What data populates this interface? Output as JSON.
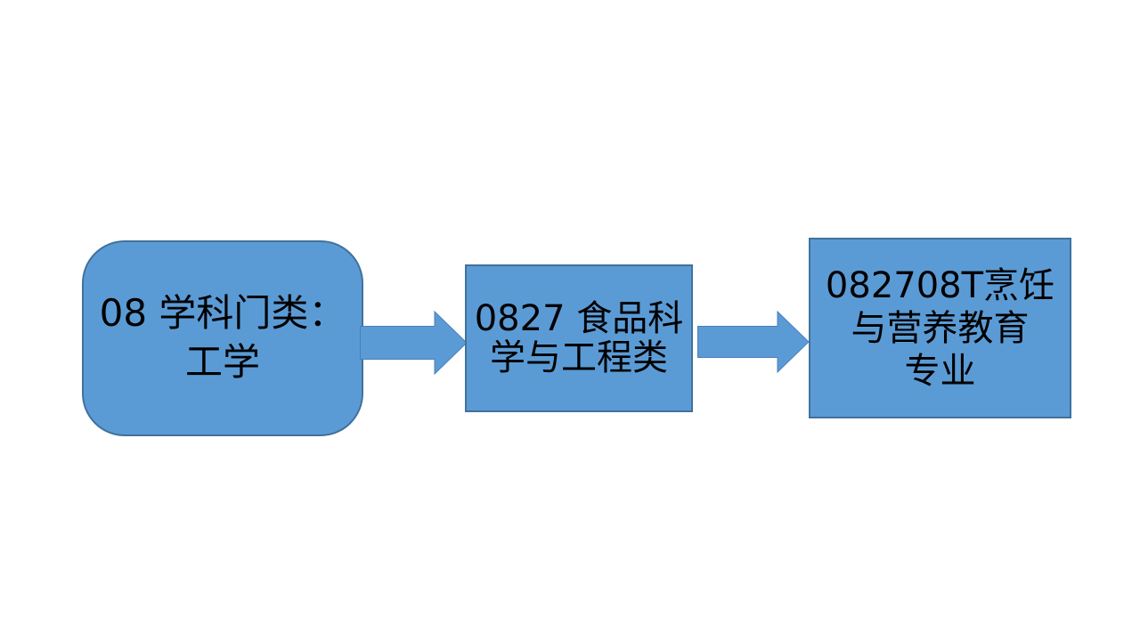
{
  "diagram": {
    "type": "flowchart",
    "background_color": "#ffffff",
    "node_fill_color": "#5b9bd5",
    "node_border_color": "#41719c",
    "text_color": "#000000",
    "nodes": [
      {
        "shape": "rounded-rectangle",
        "label": "08 学科门类：工学",
        "lines": [
          "08 学科门类：",
          "工学"
        ]
      },
      {
        "shape": "rectangle",
        "label": "0827 食品科学与工程类",
        "lines": [
          "0827 食品科",
          "学与工程类"
        ]
      },
      {
        "shape": "rectangle",
        "label": "082708T烹饪与营养教育专业",
        "lines": [
          "082708T烹饪",
          "与营养教育",
          "专业"
        ]
      }
    ],
    "connectors": [
      {
        "from": "08 学科门类：工学",
        "to": "0827 食品科学与工程类",
        "direction": "right"
      },
      {
        "from": "0827 食品科学与工程类",
        "to": "082708T烹饪与营养教育专业",
        "direction": "right"
      }
    ]
  }
}
